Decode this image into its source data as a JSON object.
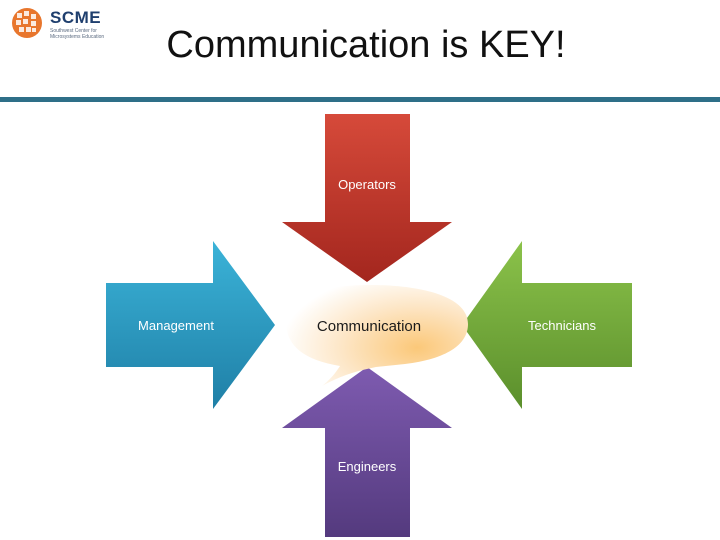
{
  "logo": {
    "name": "SCME",
    "subtitle": "Southwest Center for Microsystems Education"
  },
  "slide": {
    "title": "Communication is KEY!"
  },
  "diagram": {
    "center": "Communication",
    "arrows": {
      "top": "Operators",
      "left": "Management",
      "right": "Technicians",
      "bottom": "Engineers"
    },
    "colors": {
      "top": "#c0392b",
      "left": "#2e9ec4",
      "right": "#72a93b",
      "bottom": "#6a4b96",
      "center": "#fde4c0",
      "rule": "#2e6f88"
    }
  }
}
